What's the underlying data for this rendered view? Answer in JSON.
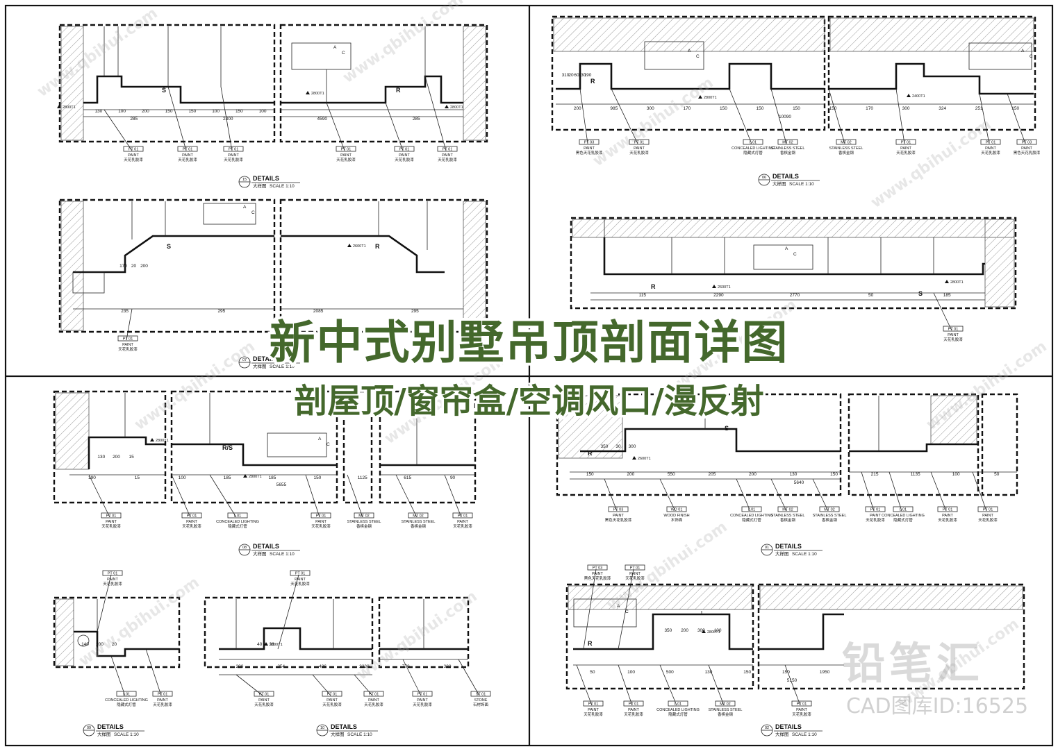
{
  "title": "新中式别墅吊顶剖面详图",
  "subtitle": "剖屋顶/窗帘盒/空调风口/漫反射",
  "watermark": {
    "brand": "铅笔汇",
    "id_text": "CAD图库ID:16525",
    "url": "www.qbihui.com"
  },
  "details_label": "DETAILS",
  "detail_sub": "大样图",
  "scale": "SCALE 1:10",
  "detail_numbers": [
    "15",
    "06",
    "07",
    "08",
    "01",
    "09",
    "10",
    "02"
  ],
  "symbols": {
    "supply": "S",
    "return": "R",
    "ret_sup": "R/S",
    "legend_a": "A",
    "legend_c": "C"
  },
  "level_marks": [
    "2800T1",
    "2600T1",
    "2400T1"
  ],
  "tags": {
    "pt01": {
      "code": "PT 01",
      "name": "PAINT",
      "cn": "天花乳胶漆"
    },
    "pt03": {
      "code": "PT 03",
      "name": "PAINT",
      "cn": "黑色天花乳胶漆"
    },
    "l01": {
      "code": "L 01",
      "name": "CONCEALED LIGHTING",
      "cn": "隐藏式灯管"
    },
    "mt02": {
      "code": "MT 02",
      "name": "STAINLESS STEEL",
      "cn": "香槟金钢"
    },
    "wd01": {
      "code": "WD 01",
      "name": "WOOD FINISH",
      "cn": "木饰面"
    },
    "st01": {
      "code": "ST 01",
      "name": "STONE",
      "cn": "石材饰面"
    }
  },
  "dims": {
    "d15_top": [
      "130",
      "100",
      "200",
      "150",
      "150",
      "100",
      "150",
      "100"
    ],
    "d15_tot": [
      "285",
      "2300",
      "4590",
      "285"
    ],
    "d06_top": [
      "200",
      "985",
      "300",
      "170",
      "150",
      "150",
      "150",
      "150",
      "170",
      "300",
      "324",
      "251",
      "150"
    ],
    "d06_tot": [
      "10090"
    ],
    "d06_s": [
      "310",
      "20",
      "60",
      "130",
      "190"
    ],
    "d07": [
      "235",
      "295",
      "2085",
      "295"
    ],
    "d07_s": [
      "170",
      "20",
      "200"
    ],
    "d_r2": [
      "115",
      "2290",
      "2770",
      "50",
      "185"
    ],
    "d08": [
      "190",
      "15",
      "100",
      "185",
      "185",
      "150",
      "1125",
      "615",
      "90"
    ],
    "d08_tot": [
      "5655"
    ],
    "d08_s": [
      "130",
      "200",
      "15"
    ],
    "d01": [
      "150",
      "200",
      "550",
      "205",
      "200",
      "130",
      "150",
      "215",
      "1135",
      "100",
      "50"
    ],
    "d01_tot": [
      "5640"
    ],
    "d01_s": [
      "350",
      "30",
      "300"
    ],
    "d09": [
      "140",
      "200",
      "20"
    ],
    "d10": [
      "290",
      "254",
      "486",
      "2230",
      "770",
      "380"
    ],
    "d10_s": [
      "40",
      "38"
    ],
    "d02": [
      "50",
      "100",
      "500",
      "130",
      "150",
      "150",
      "1950"
    ],
    "d02_tot": [
      "5150"
    ],
    "d02_s": [
      "350",
      "200",
      "300",
      "100"
    ]
  }
}
